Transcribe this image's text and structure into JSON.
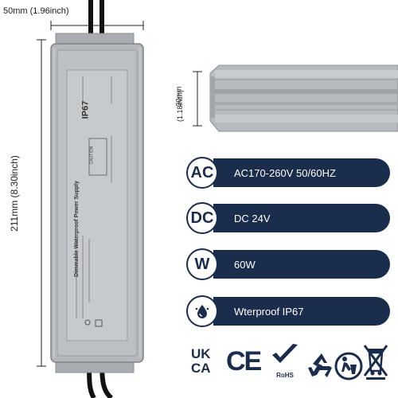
{
  "dimensions": {
    "width_label": "50mm (1.96inch)",
    "length_label": "211mm (8.30inch)",
    "height_label": "30mm",
    "height_label_inch": "(1.18inch)"
  },
  "product_label": {
    "ip_rating": "IP67",
    "title": "Dimmable Waterproof Power Supply",
    "caution": "CAUTION"
  },
  "specs": [
    {
      "badge": "AC",
      "value": "AC170-260V 50/60HZ"
    },
    {
      "badge": "DC",
      "value": "DC 24V"
    },
    {
      "badge": "W",
      "value": "60W"
    },
    {
      "badge": "water-drop-icon",
      "value": "Wterproof IP67"
    }
  ],
  "certifications": {
    "ukca_top": "UK",
    "ukca_bottom": "CA",
    "ce": "CE",
    "rohs": "RoHS"
  },
  "colors": {
    "navy": "#1b2d4c",
    "housing": "#b4b8bd"
  }
}
